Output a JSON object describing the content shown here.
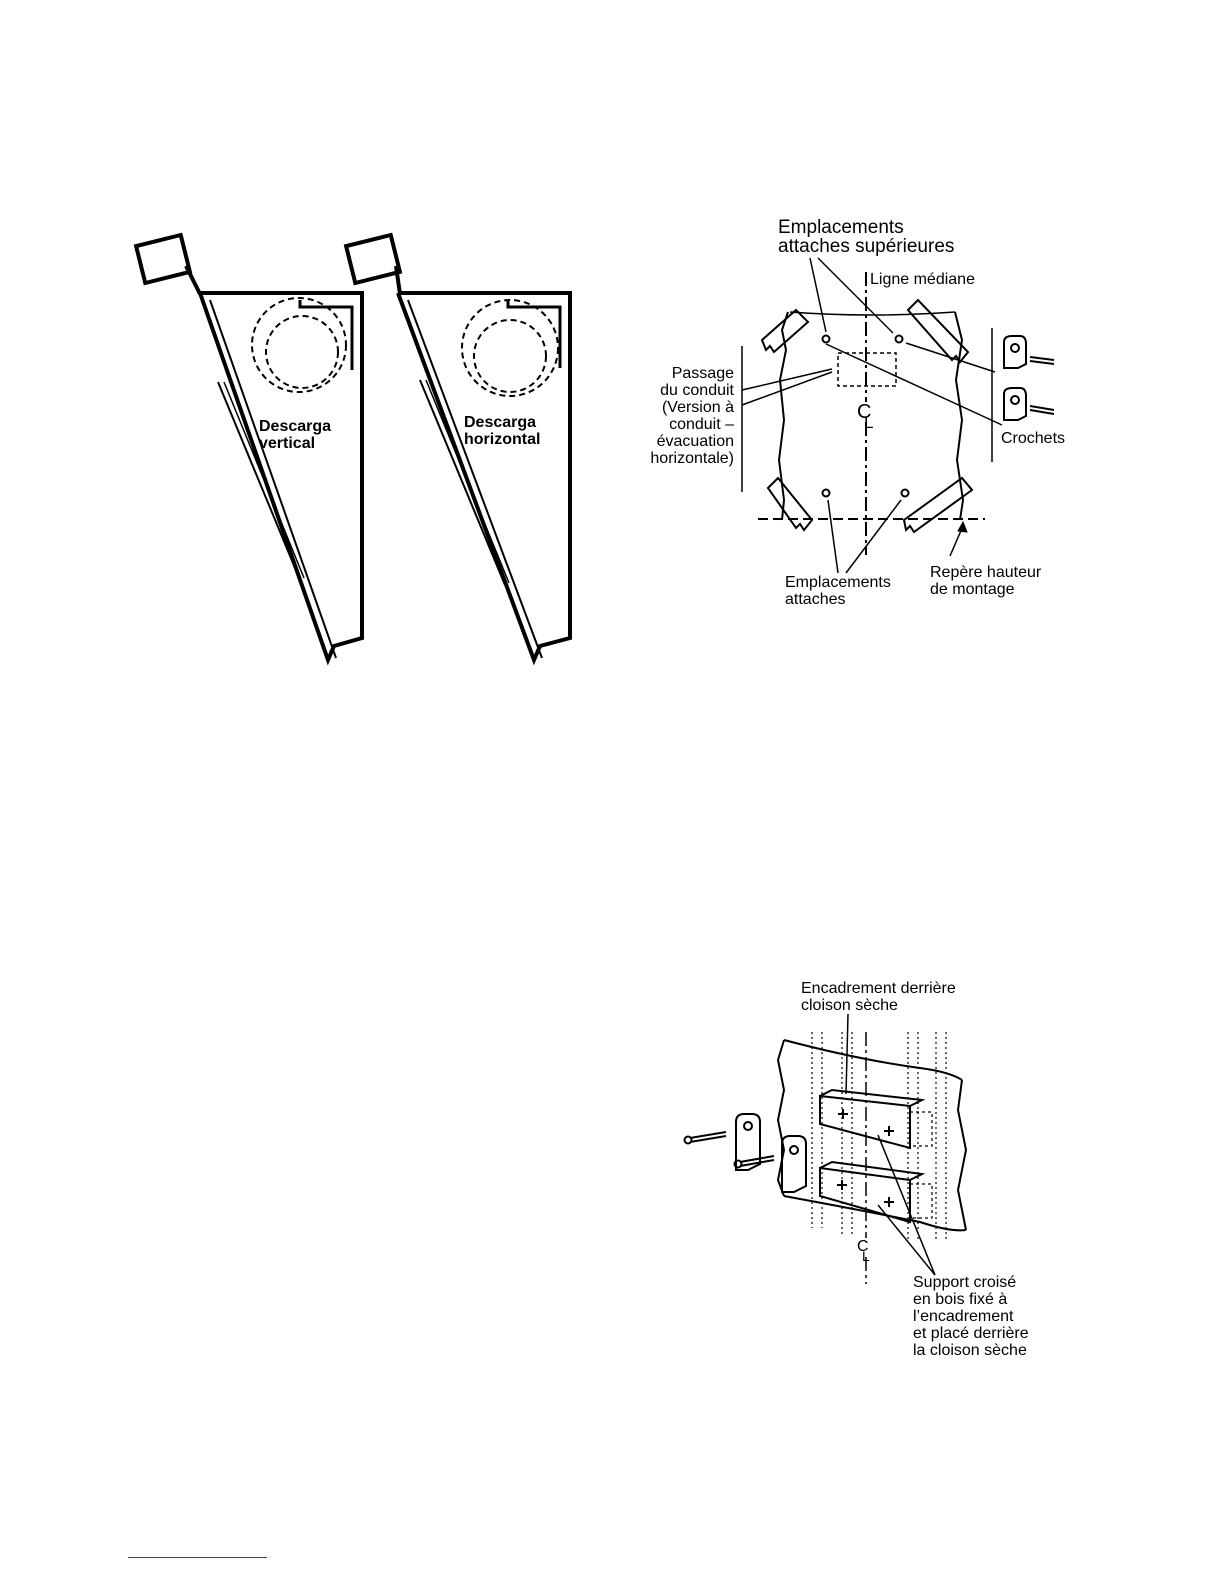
{
  "figure_discharge": {
    "vertical_label": "Descarga\nvertical",
    "horizontal_label": "Descarga\nhorizontal"
  },
  "figure_mounting": {
    "upper_fasteners": "Emplacements\nattaches supérieures",
    "center_line": "Ligne médiane",
    "duct_passage": "Passage\ndu conduit\n(Version à\nconduit –\névacuation\nhorizontale)",
    "hooks": "Crochets",
    "fasteners": "Emplacements\nattaches",
    "height_mark": "Repère hauteur\nde montage",
    "cl_symbol_c": "C",
    "cl_symbol_l": "L"
  },
  "figure_framing": {
    "framing_label": "Encadrement derrière\ncloison sèche",
    "support_label": "Support croisé\nen bois fixé à\nl’encadrement\net placé derrière\nla cloison sèche",
    "cl_symbol_c": "C",
    "cl_symbol_l": "L"
  },
  "colors": {
    "line": "#000000",
    "footer_rule": "#1a3fb0"
  }
}
